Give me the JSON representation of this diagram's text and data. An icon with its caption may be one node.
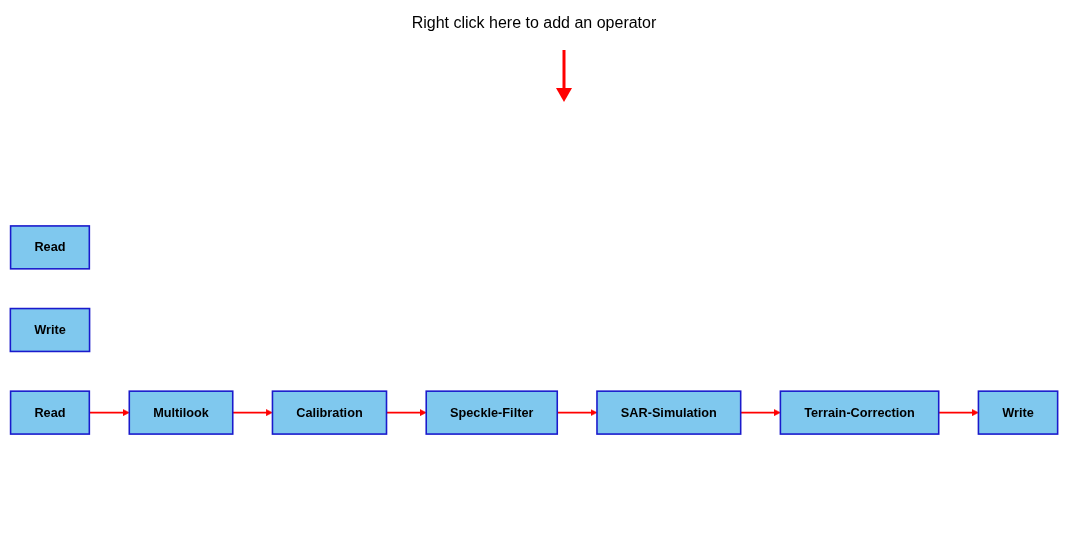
{
  "diagram": {
    "nodes": [
      {
        "text": [
          "Read"
        ]
      },
      {
        "text": [
          "Write"
        ]
      },
      {
        "text": [
          "Read"
        ]
      },
      {
        "text": [
          "Multilook"
        ]
      },
      {
        "text": [
          "Calibration"
        ]
      },
      {
        "text": [
          "Speckle-Filter"
        ]
      },
      {
        "text": [
          "SAR-Simulation"
        ]
      },
      {
        "text": [
          "Terrain-Correction"
        ]
      },
      {
        "text": [
          "Write"
        ]
      }
    ],
    "edges": [
      {
        "from": 2,
        "to": 3,
        "arrow": "to"
      },
      {
        "from": 3,
        "to": 4,
        "arrow": "to"
      },
      {
        "from": 4,
        "to": 5,
        "arrow": "to"
      },
      {
        "from": 5,
        "to": 6,
        "arrow": "to"
      },
      {
        "from": 6,
        "to": 7,
        "arrow": "to"
      },
      {
        "from": 7,
        "to": 8,
        "arrow": "to"
      }
    ],
    "labels": [
      "Right click here to add an operator"
    ]
  }
}
